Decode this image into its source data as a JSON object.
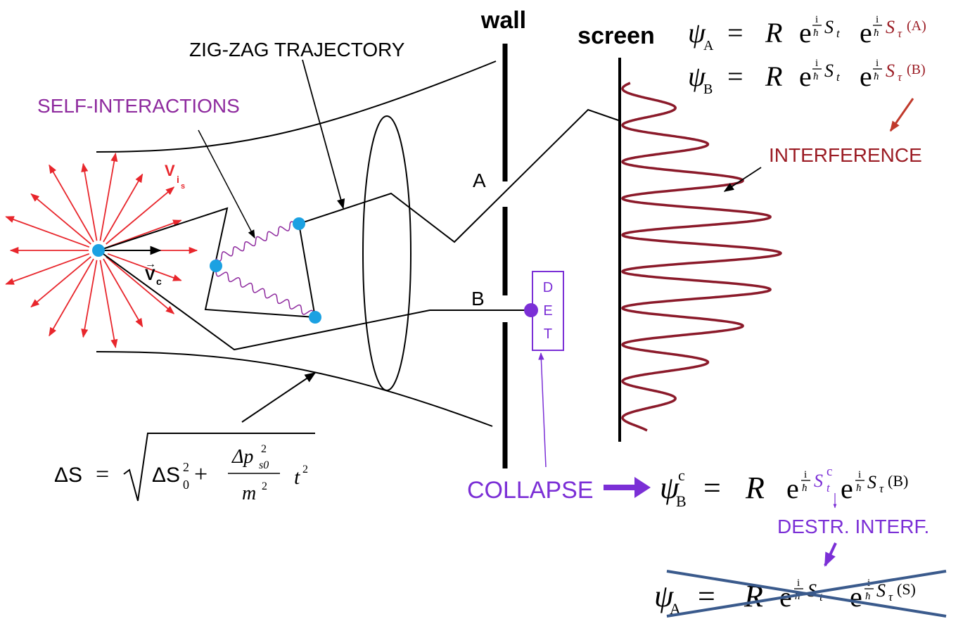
{
  "labels": {
    "wall": "wall",
    "screen": "screen",
    "zigzag": "ZIG-ZAG TRAJECTORY",
    "self_interactions": "SELF-INTERACTIONS",
    "interference": "INTERFERENCE",
    "slit_a": "A",
    "slit_b": "B",
    "det": [
      "D",
      "E",
      "T"
    ],
    "collapse": "COLLAPSE",
    "destr_interf": "DESTR. INTERF.",
    "v_is_main": "V",
    "v_is_sub": "i",
    "v_is_subsub": "s",
    "v_c_main": "V",
    "v_c_sub": "c",
    "v_c_arrow": "→"
  },
  "equations": {
    "psi_a": {
      "psi": "ψ",
      "sub": "A",
      "eq": "=",
      "R": "R",
      "e": "e",
      "i": "i",
      "hbar": "ħ",
      "S": "S",
      "t": "t",
      "tau": "τ",
      "arg": "(A)"
    },
    "psi_b": {
      "psi": "ψ",
      "sub": "B",
      "eq": "=",
      "R": "R",
      "e": "e",
      "i": "i",
      "hbar": "ħ",
      "S": "S",
      "t": "t",
      "tau": "τ",
      "arg": "(B)"
    },
    "psi_bc": {
      "psi": "ψ",
      "sub": "B",
      "sup": "c",
      "eq": "=",
      "R": "R",
      "e": "e",
      "i": "i",
      "hbar": "ħ",
      "S": "S",
      "t": "t",
      "c": "c",
      "tau": "τ",
      "arg": "(B)"
    },
    "psi_a_crossed": {
      "psi": "ψ",
      "sub": "A",
      "eq": "=",
      "R": "R",
      "e": "e",
      "i": "i",
      "hbar": "ħ",
      "S": "S",
      "t": "t",
      "tau": "τ",
      "arg": "(S)"
    },
    "spread": {
      "lhs": "ΔS",
      "eq": "=",
      "ds0": "ΔS",
      "zero": "0",
      "two": "2",
      "plus": "+",
      "dp": "Δp",
      "s0": "s0",
      "m": "m",
      "t": "t"
    }
  },
  "colors": {
    "ink": "#000000",
    "red_arrows": "#e8262c",
    "purple": "#7b2fd6",
    "magenta": "#8e2a9e",
    "darkred": "#9b1c24",
    "blue_dot": "#1ba1e2",
    "interf_red": "#c0392b",
    "cross": "#3a5a8c",
    "wave": "#8b1a2a"
  }
}
